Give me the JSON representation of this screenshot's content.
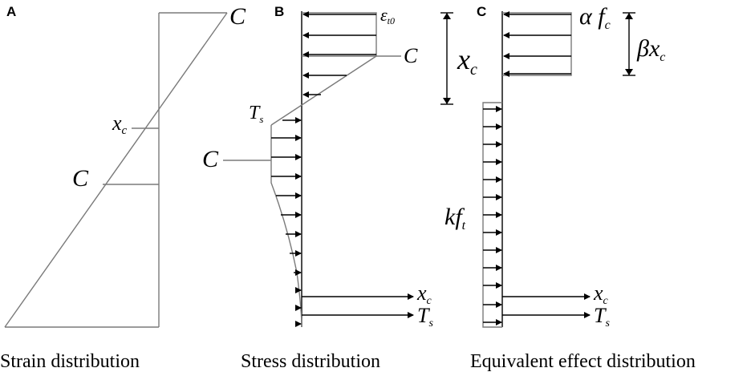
{
  "panels": {
    "a": {
      "letter": "A",
      "label_top": "C",
      "label_mid": "x",
      "label_mid_sub": "c",
      "label_low": "C",
      "caption": "Strain distribution"
    },
    "b": {
      "letter": "B",
      "label_eps": "ε",
      "label_eps_sub": "t0",
      "label_c_right": "C",
      "label_ts": "T",
      "label_ts_sub": "s",
      "label_c_left": "C",
      "label_xc_bottom": "x",
      "label_xc_bottom_sub": "c",
      "label_ts_bottom": "T",
      "label_ts_bottom_sub": "s",
      "caption": "Stress distribution"
    },
    "c": {
      "letter": "C",
      "label_xc": "x",
      "label_xc_sub": "c",
      "label_alpha": "α f",
      "label_alpha_sub": "c",
      "label_beta": "βx",
      "label_beta_sub": "c",
      "label_kft": "kf",
      "label_kft_sub": "t",
      "label_xc_bottom": "x",
      "label_xc_bottom_sub": "c",
      "label_ts_bottom": "T",
      "label_ts_bottom_sub": "s",
      "caption": "Equivalent effect distribution"
    }
  }
}
